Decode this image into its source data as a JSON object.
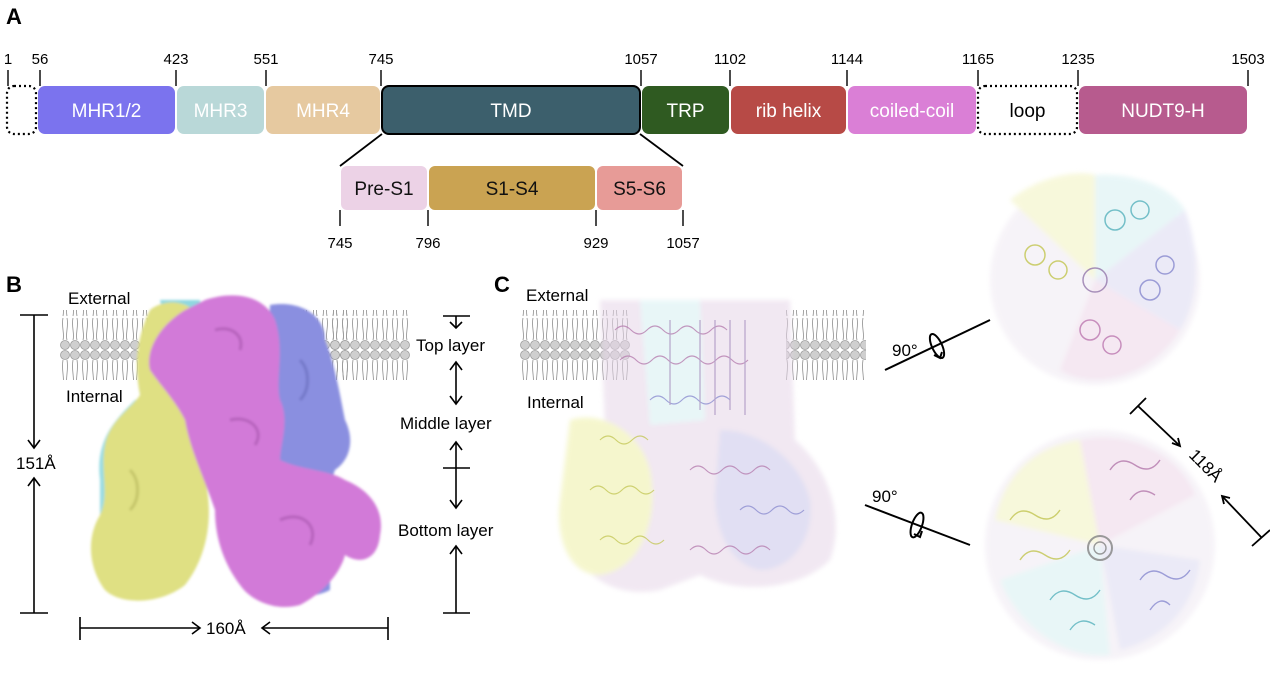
{
  "panels": {
    "a": "A",
    "b": "B",
    "c": "C"
  },
  "domains": [
    {
      "label": "",
      "color": "#ffffff",
      "dotted": true,
      "text_color": "#000000"
    },
    {
      "label": "MHR1/2",
      "color": "#7b73ee",
      "dotted": false,
      "text_color": "#ffffff"
    },
    {
      "label": "MHR3",
      "color": "#b9d8d8",
      "dotted": false,
      "text_color": "#ffffff"
    },
    {
      "label": "MHR4",
      "color": "#e6c9a0",
      "dotted": false,
      "text_color": "#ffffff"
    },
    {
      "label": "TMD",
      "color": "#3c5f6c",
      "dotted": false,
      "text_color": "#ffffff"
    },
    {
      "label": "TRP",
      "color": "#2f5a21",
      "dotted": false,
      "text_color": "#ffffff"
    },
    {
      "label": "rib helix",
      "color": "#b74a46",
      "dotted": false,
      "text_color": "#ffffff"
    },
    {
      "label": "coiled-coil",
      "color": "#da7fd6",
      "dotted": false,
      "text_color": "#ffffff"
    },
    {
      "label": "loop",
      "color": "#ffffff",
      "dotted": true,
      "text_color": "#000000"
    },
    {
      "label": "NUDT9-H",
      "color": "#b75b8e",
      "dotted": false,
      "text_color": "#ffffff"
    }
  ],
  "boundaries": [
    "1",
    "56",
    "423",
    "551",
    "745",
    "1057",
    "1102",
    "1144",
    "1165",
    "1235",
    "1503"
  ],
  "subdomains": [
    {
      "label": "Pre-S1",
      "color": "#ecd2e6",
      "text_color": "#111111"
    },
    {
      "label": "S1-S4",
      "color": "#caa352",
      "text_color": "#111111"
    },
    {
      "label": "S5-S6",
      "color": "#e79b97",
      "text_color": "#111111"
    }
  ],
  "sub_boundaries": [
    "745",
    "796",
    "929",
    "1057"
  ],
  "panel_b": {
    "external": "External",
    "internal": "Internal",
    "height": "151Å",
    "width": "160Å",
    "layers": [
      "Top layer",
      "Middle layer",
      "Bottom layer"
    ]
  },
  "panel_c": {
    "external": "External",
    "internal": "Internal",
    "rotation_top": "90°",
    "rotation_bottom": "90°",
    "distance": "118Å"
  },
  "colors": {
    "yellow": "#e1e28a",
    "cyan": "#8fd8e0",
    "magenta": "#d27ad8",
    "blue": "#8a8fe0",
    "pink": "#d8a3c8",
    "membrane": "#c9c9c9"
  }
}
